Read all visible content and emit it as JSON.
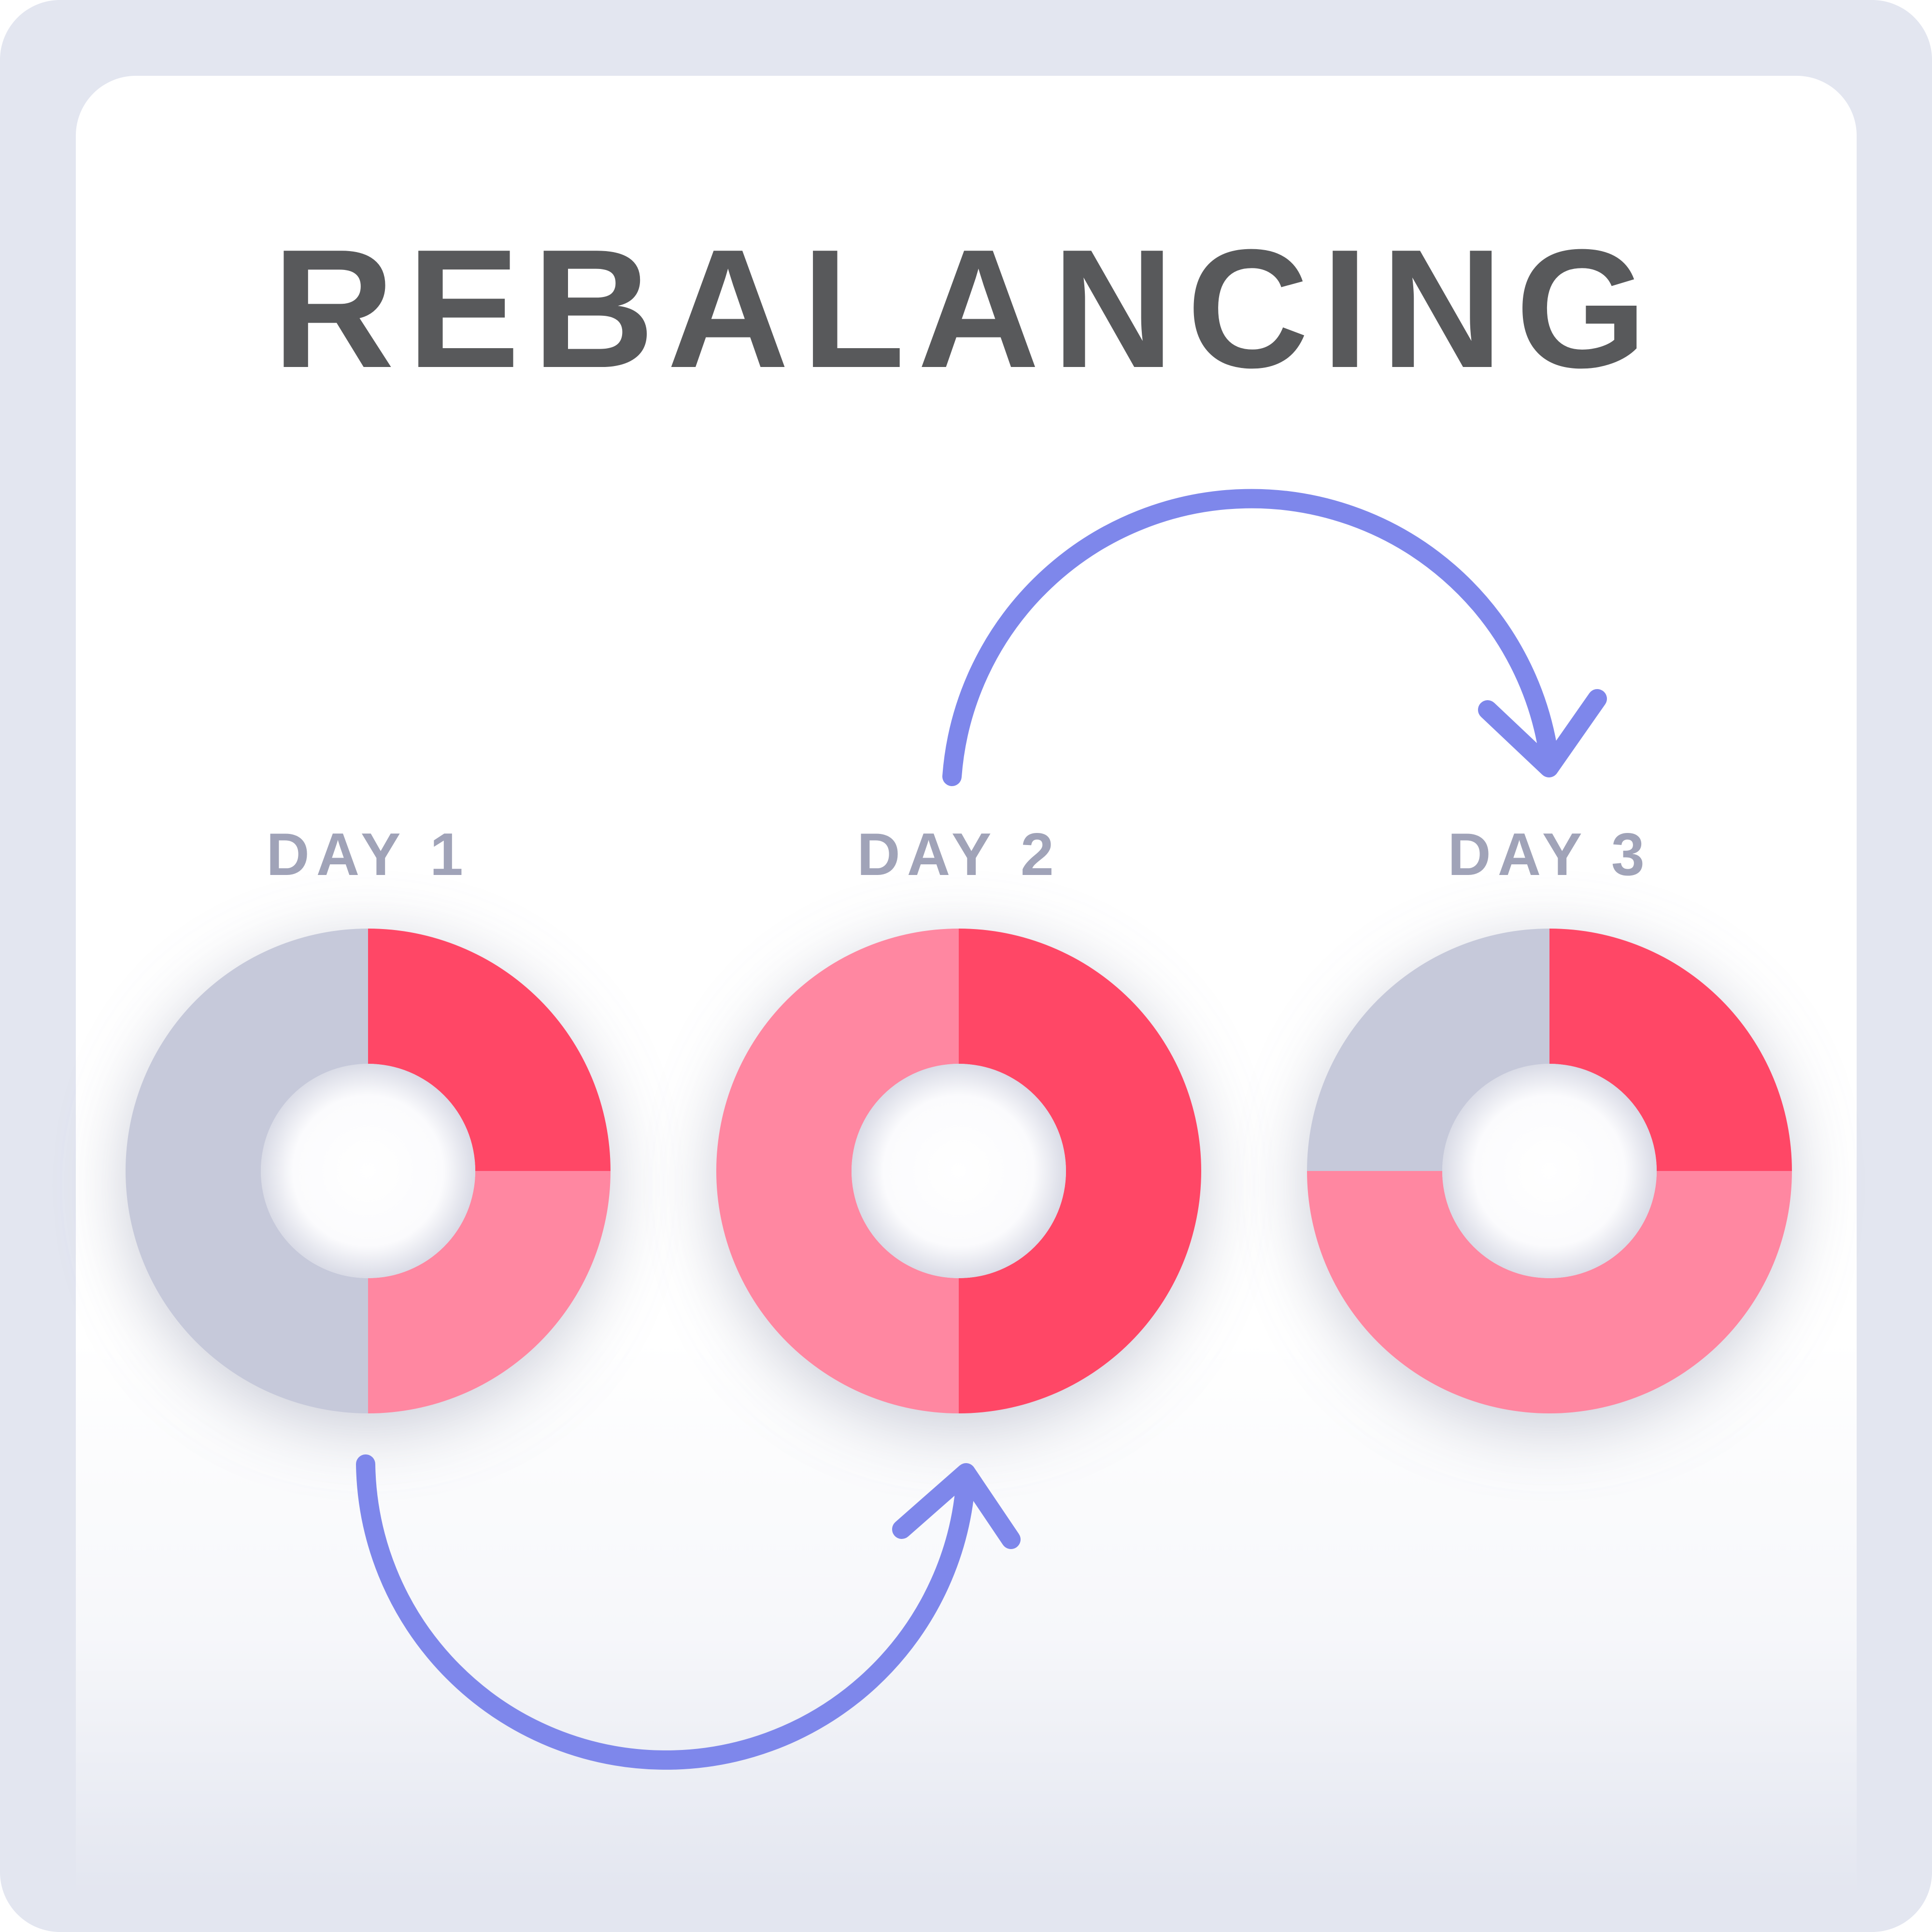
{
  "title": "REBALANCING",
  "colors": {
    "frame": "#e3e6f0",
    "card": "#ffffff",
    "title": "#58595b",
    "day_label": "#a0a3b8",
    "red": "#ff4766",
    "pink": "#ff87a1",
    "gray": "#c6c9da",
    "arrow": "#7e87eb"
  },
  "days": [
    {
      "label": "DAY 1",
      "segments": [
        {
          "color": "red",
          "share": 25
        },
        {
          "color": "pink",
          "share": 25
        },
        {
          "color": "gray",
          "share": 50
        }
      ]
    },
    {
      "label": "DAY 2",
      "segments": [
        {
          "color": "red",
          "share": 50
        },
        {
          "color": "pink",
          "share": 50
        }
      ]
    },
    {
      "label": "DAY 3",
      "segments": [
        {
          "color": "red",
          "share": 25
        },
        {
          "color": "pink",
          "share": 50
        },
        {
          "color": "gray",
          "share": 25
        }
      ]
    }
  ],
  "arrows": [
    {
      "from": "DAY 1",
      "to": "DAY 2",
      "route": "below"
    },
    {
      "from": "DAY 2",
      "to": "DAY 3",
      "route": "above"
    }
  ]
}
